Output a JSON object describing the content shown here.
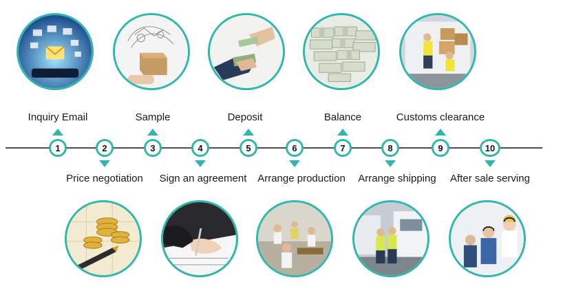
{
  "theme": {
    "accent": "#2fb7ac",
    "line": "#4c4c4c",
    "text": "#1a1a1a"
  },
  "steps": [
    {
      "number": "1",
      "label": "Inquiry Email",
      "icon": "email-photo"
    },
    {
      "number": "2",
      "label": "Price negotiation",
      "icon": "gold-coins-photo"
    },
    {
      "number": "3",
      "label": "Sample",
      "icon": "parcel-box-photo"
    },
    {
      "number": "4",
      "label": "Sign an agreement",
      "icon": "signing-contract-photo"
    },
    {
      "number": "5",
      "label": "Deposit",
      "icon": "money-handover-photo"
    },
    {
      "number": "6",
      "label": "Arrange production",
      "icon": "factory-workers-photo"
    },
    {
      "number": "7",
      "label": "Balance",
      "icon": "cash-stack-photo"
    },
    {
      "number": "8",
      "label": "Arrange shipping",
      "icon": "trucks-workers-photo"
    },
    {
      "number": "9",
      "label": "Customs clearance",
      "icon": "truck-loading-photo"
    },
    {
      "number": "10",
      "label": "After sale serving",
      "icon": "call-center-photo"
    }
  ]
}
